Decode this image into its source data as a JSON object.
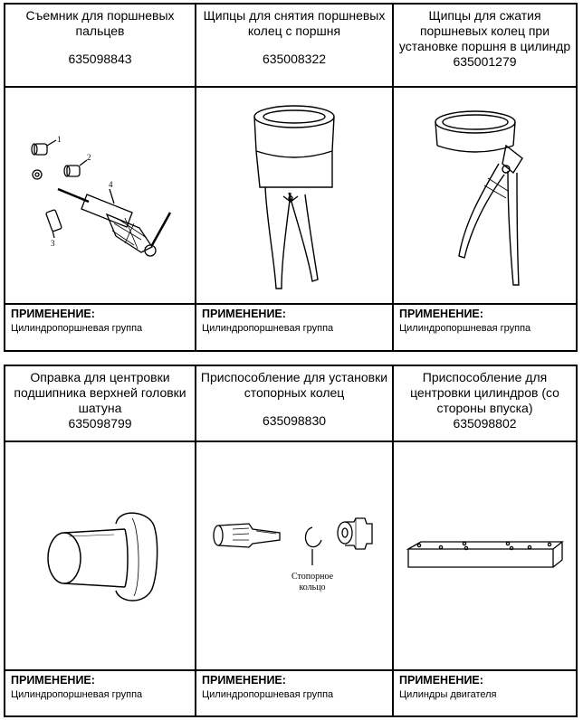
{
  "sections": [
    {
      "tools": [
        {
          "title": "Съемник для поршневых пальцев",
          "code": "635098843",
          "app_label": "ПРИМЕНЕНИЕ:",
          "app_text": "Цилиндропоршневая группа",
          "callouts": [
            "1",
            "2",
            "3",
            "4"
          ]
        },
        {
          "title": "Щипцы для снятия поршневых колец с поршня",
          "code": "635008322",
          "app_label": "ПРИМЕНЕНИЕ:",
          "app_text": "Цилиндропоршневая группа"
        },
        {
          "title": "Щипцы для сжатия поршневых колец при установке поршня в цилиндр",
          "code": "635001279",
          "app_label": "ПРИМЕНЕНИЕ:",
          "app_text": "Цилиндропоршневая группа"
        }
      ]
    },
    {
      "tools": [
        {
          "title": "Оправка для центровки подшипника верхней головки шатуна",
          "code": "635098799",
          "app_label": "ПРИМЕНЕНИЕ:",
          "app_text": "Цилиндропоршневая группа"
        },
        {
          "title": "Приспособление для установки стопорных колец",
          "code": "635098830",
          "app_label": "ПРИМЕНЕНИЕ:",
          "app_text": "Цилиндропоршневая группа",
          "callouts": [
            "Стопорное",
            "кольцо"
          ]
        },
        {
          "title": "Приспособление для центровки цилиндров (со стороны впуска)",
          "code": "635098802",
          "app_label": "ПРИМЕНЕНИЕ:",
          "app_text": "Цилиндры двигателя"
        }
      ]
    }
  ]
}
